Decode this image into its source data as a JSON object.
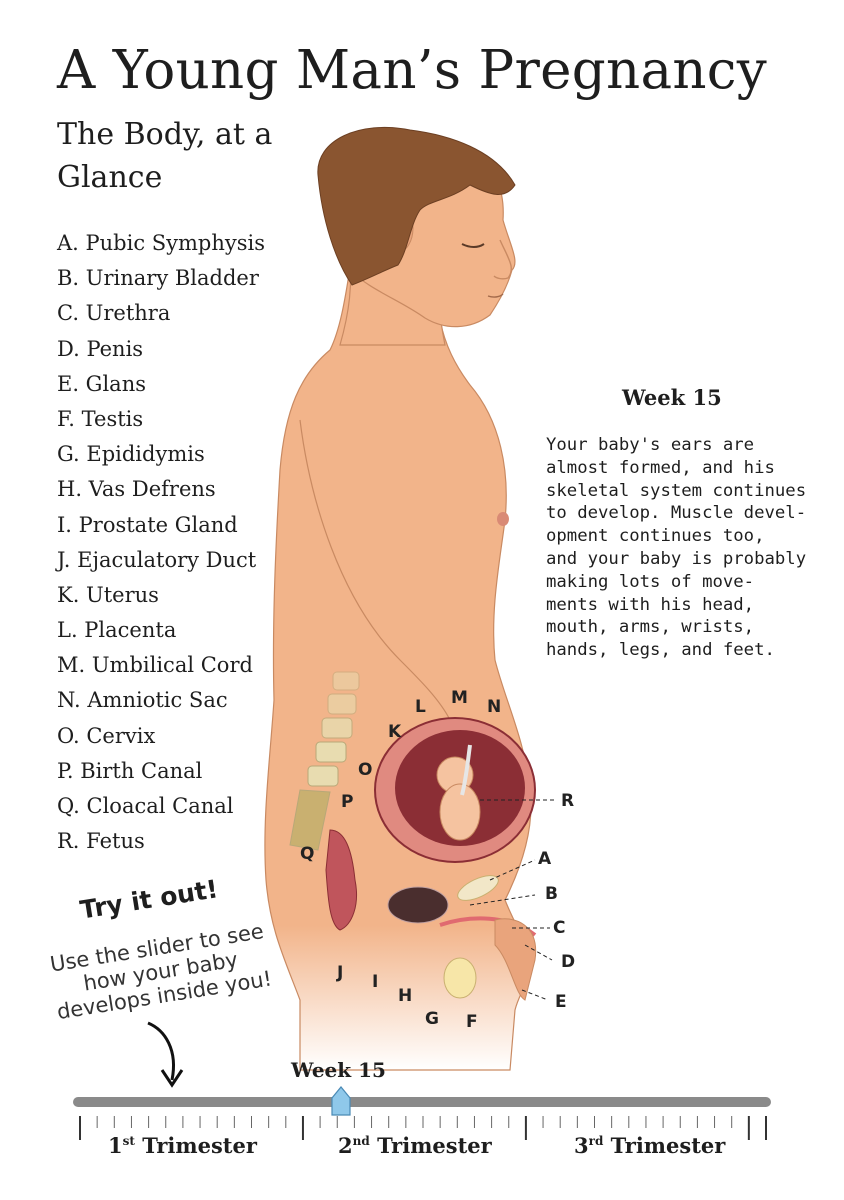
{
  "title": "A Young Man’s Pregnancy",
  "subtitle": "The Body, at a Glance",
  "legend": [
    "A. Pubic Symphysis",
    "B. Urinary Bladder",
    "C. Urethra",
    "D. Penis",
    "E. Glans",
    "F. Testis",
    "G. Epididymis",
    "H. Vas Defrens",
    "I. Prostate Gland",
    "J. Ejaculatory Duct",
    "K. Uterus",
    "L. Placenta",
    "M. Umbilical Cord",
    "N. Amniotic Sac",
    "O. Cervix",
    "P. Birth Canal",
    "Q. Cloacal Canal",
    "R. Fetus"
  ],
  "week_info": {
    "title": "Week 15",
    "description": "Your baby's ears are\nalmost formed, and his\nskeletal system continues\nto develop. Muscle devel-\nopment continues too,\nand your baby is probably\nmaking lots of move-\nments with his head,\nmouth, arms, wrists,\nhands, legs, and feet."
  },
  "diagram_labels": {
    "L": "L",
    "M": "M",
    "N": "N",
    "K": "K",
    "O": "O",
    "P": "P",
    "Q": "Q",
    "R": "R",
    "A": "A",
    "B": "B",
    "C": "C",
    "D": "D",
    "E": "E",
    "J": "J",
    "I": "I",
    "H": "H",
    "G": "G",
    "F": "F"
  },
  "try_it": {
    "title": "Try it out!",
    "text": "Use the slider to see how your baby develops inside you!"
  },
  "slider": {
    "label": "Week 15",
    "value_week": 15,
    "trimesters": [
      {
        "num": "1",
        "sup": "st",
        "label": "Trimester"
      },
      {
        "num": "2",
        "sup": "nd",
        "label": "Trimester"
      },
      {
        "num": "3",
        "sup": "rd",
        "label": "Trimester"
      }
    ]
  },
  "colors": {
    "skin": "#f2b48a",
    "skin_shadow": "#d9936a",
    "hair": "#8a5530",
    "uterus": "#8b2e35",
    "slider_handle": "#8fc8ea"
  }
}
